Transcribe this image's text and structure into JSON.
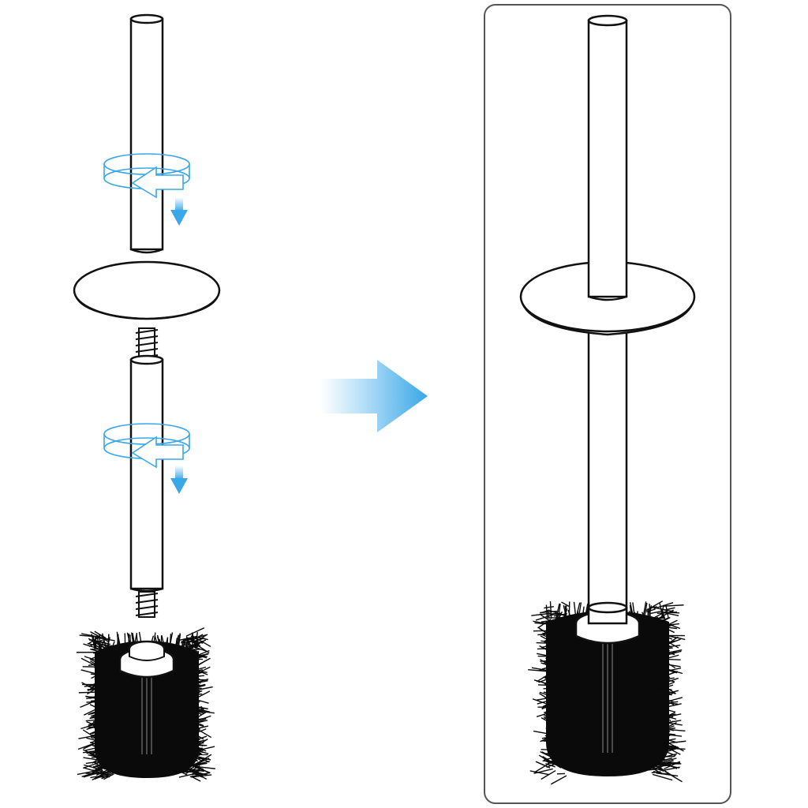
{
  "diagram": {
    "kind": "assembly-instructions",
    "steps": [
      {
        "name": "screw-top-handle",
        "motion": "rotate-and-push-down"
      },
      {
        "name": "screw-brush-head",
        "motion": "rotate-and-push-down"
      }
    ],
    "result": "assembled-toilet-brush"
  },
  "icons": {
    "rotation": "rotate-arrow-icon",
    "push": "down-arrow-icon",
    "transition": "right-arrow-icon"
  },
  "colors": {
    "outline": "#111111",
    "accent_blue": "#3aa7e8",
    "accent_light": "#bfe3f8",
    "bristles": "#0a0a0a",
    "panel_border": "#555555"
  }
}
